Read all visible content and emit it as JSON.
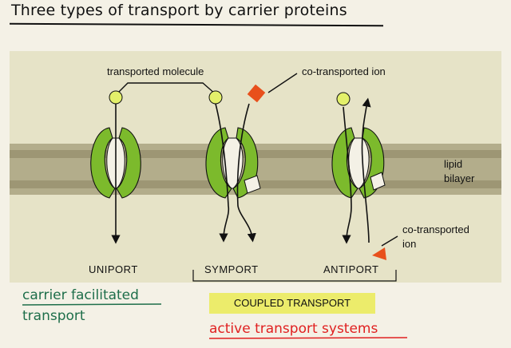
{
  "title": "Three types of transport by carrier proteins",
  "labels": {
    "transported_molecule": "transported molecule",
    "co_transported_ion_top": "co-transported ion",
    "lipid_bilayer_1": "lipid",
    "lipid_bilayer_2": "bilayer",
    "co_transported_ion_bottom_1": "co-transported",
    "co_transported_ion_bottom_2": "ion"
  },
  "transport_types": {
    "uniport": "UNIPORT",
    "symport": "SYMPORT",
    "antiport": "ANTIPORT",
    "coupled": "COUPLED TRANSPORT"
  },
  "annotations": {
    "carrier_1": "carrier facilitated",
    "carrier_2": "transport",
    "active": "active transport systems"
  },
  "colors": {
    "protein": "#7cba2c",
    "molecule": "#e3f06a",
    "ion": "#e8501c",
    "membrane": "#b3ad8b",
    "coupled_bg": "#ecec6b",
    "green_note": "#1e6e4a",
    "red_note": "#e02020"
  }
}
